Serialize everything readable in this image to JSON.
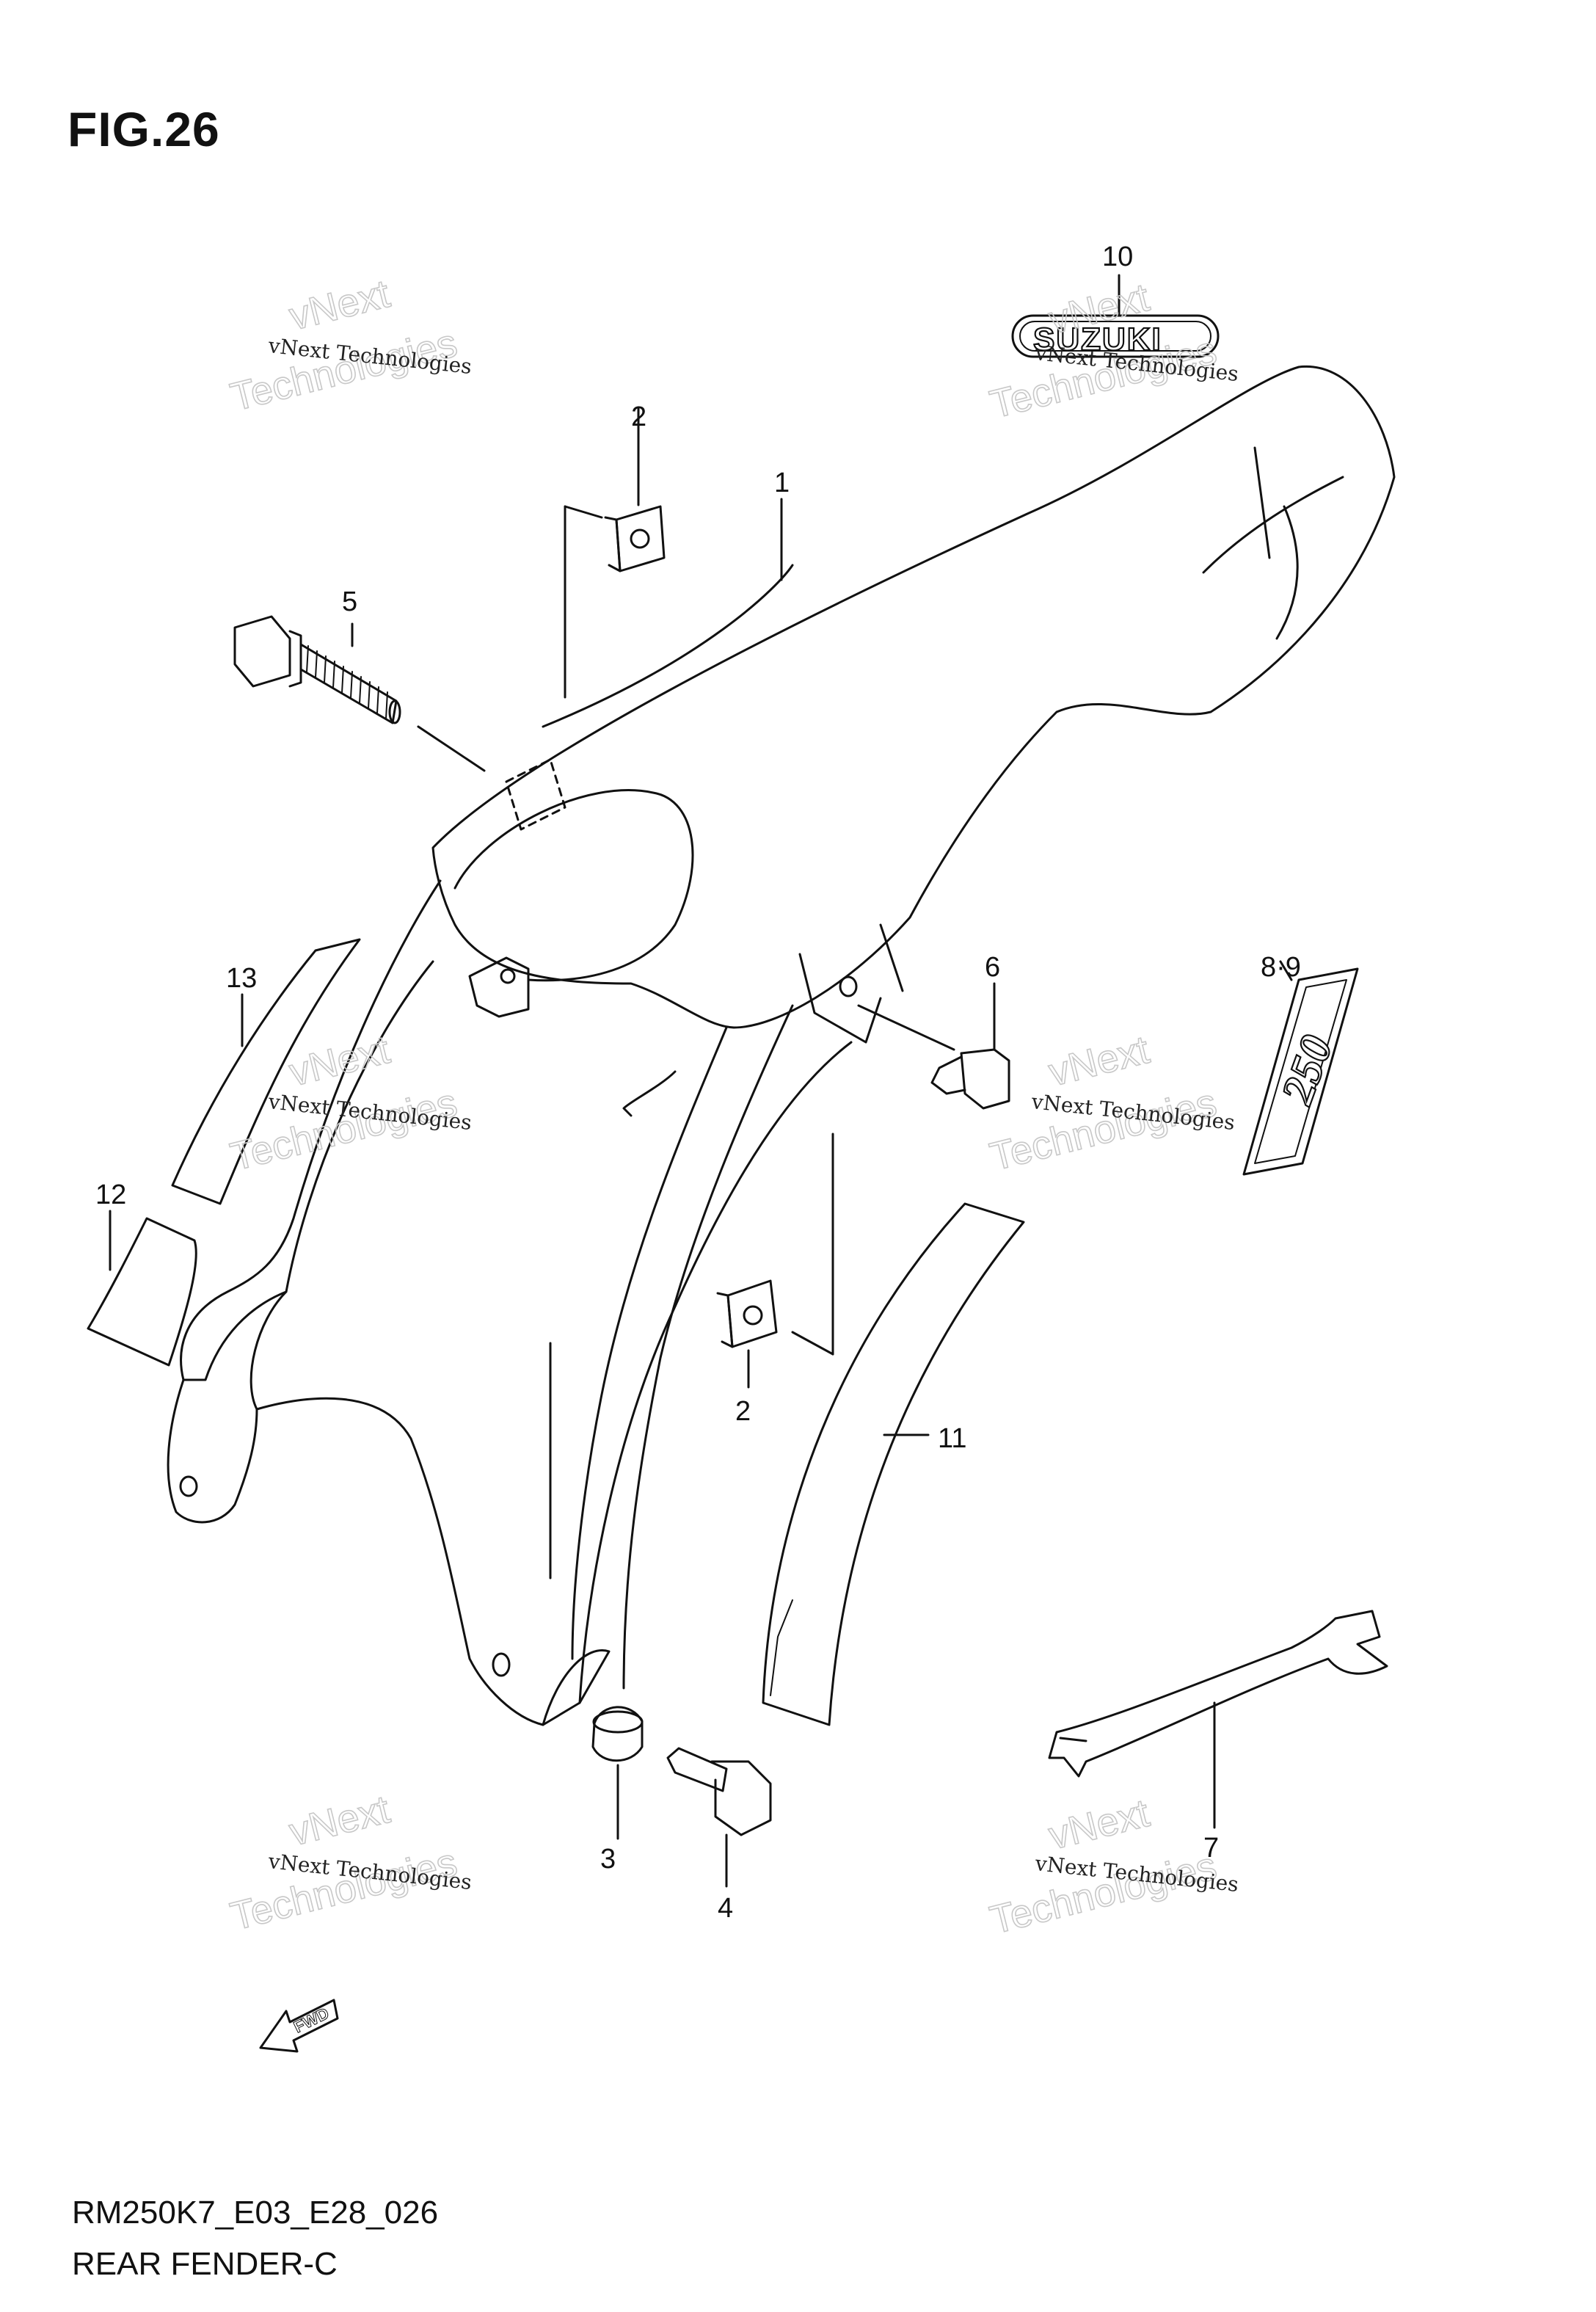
{
  "figure": {
    "title": "FIG.26",
    "model_code": "RM250K7_E03_E28_026",
    "section_name": "REAR FENDER-C"
  },
  "callouts": [
    {
      "id": "1",
      "label": "1"
    },
    {
      "id": "2a",
      "label": "2"
    },
    {
      "id": "2b",
      "label": "2"
    },
    {
      "id": "3",
      "label": "3"
    },
    {
      "id": "4",
      "label": "4"
    },
    {
      "id": "5",
      "label": "5"
    },
    {
      "id": "6",
      "label": "6"
    },
    {
      "id": "7",
      "label": "7"
    },
    {
      "id": "89",
      "label": "8·9"
    },
    {
      "id": "10",
      "label": "10"
    },
    {
      "id": "11",
      "label": "11"
    },
    {
      "id": "12",
      "label": "12"
    },
    {
      "id": "13",
      "label": "13"
    }
  ],
  "emblems": {
    "suzuki": "SUZUKI",
    "model_decal": "250",
    "forward_arrow": "FWD"
  },
  "watermark": {
    "line1": "vNext Technologies",
    "line2a": "vNext",
    "line2b": "Technologies"
  }
}
